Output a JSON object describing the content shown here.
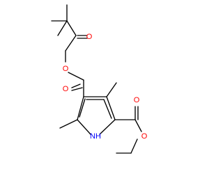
{
  "atom_labels": {
    "o_ketone": "O",
    "o_ester_1": "O",
    "o_carbonyl_1": "O",
    "o_carbonyl_2": "O",
    "o_ester_2": "O",
    "nh": "NH"
  },
  "colors": {
    "bond": "#000000",
    "oxygen": "#ff0000",
    "nitrogen": "#0000ff",
    "background": "#ffffff"
  }
}
